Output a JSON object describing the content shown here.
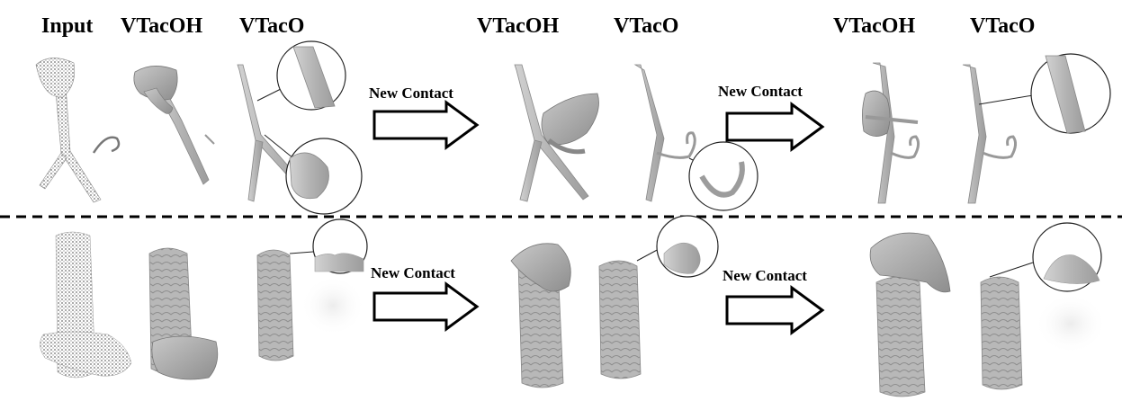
{
  "figure": {
    "column_labels": [
      "Input",
      "VTacOH",
      "VTacO",
      "VTacOH",
      "VTacO",
      "VTacOH",
      "VTacO"
    ],
    "transition_label": "New Contact",
    "colors": {
      "object": "#b9b9b9",
      "object_edge": "#8a8a8a",
      "hand": "#a9a9a9",
      "points": "#777777",
      "divider": "#000000"
    }
  }
}
